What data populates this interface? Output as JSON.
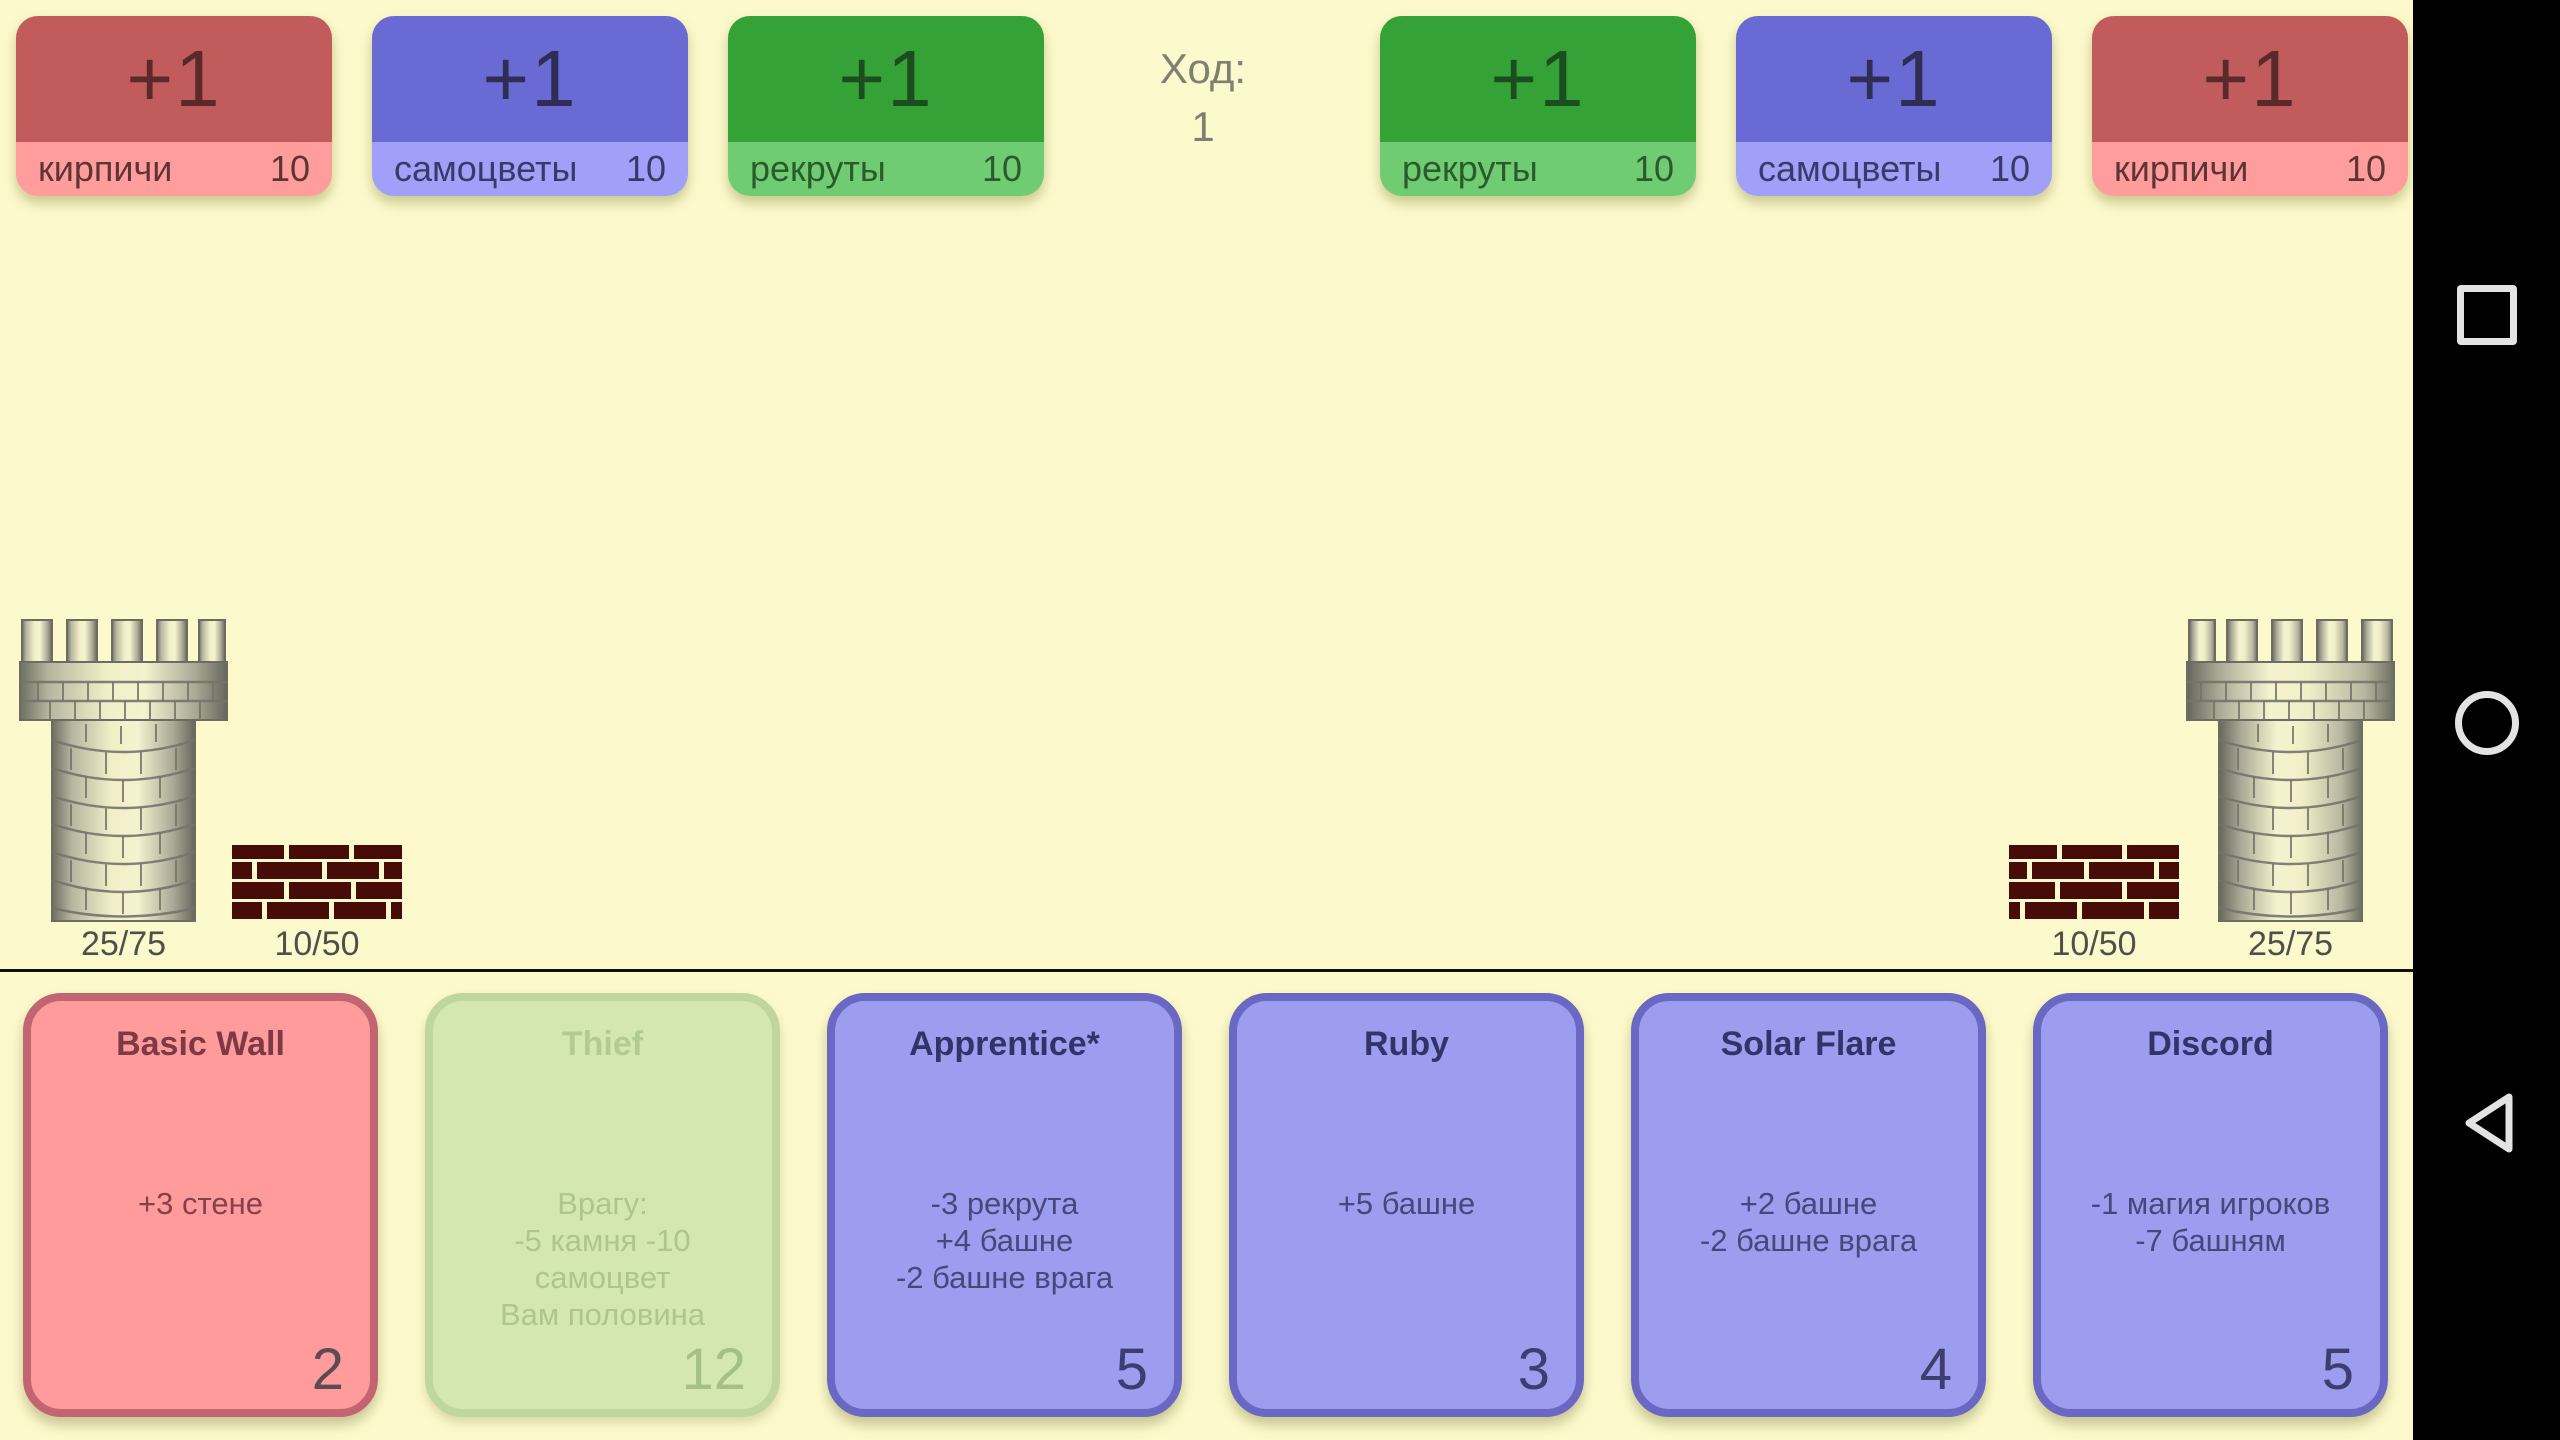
{
  "turn": {
    "label": "Ход:",
    "value": "1"
  },
  "resources": {
    "left": [
      {
        "id": "bricks",
        "income": "+1",
        "name": "кирпичи",
        "count": "10",
        "palette": "red"
      },
      {
        "id": "gems",
        "income": "+1",
        "name": "самоцветы",
        "count": "10",
        "palette": "blue"
      },
      {
        "id": "recruits",
        "income": "+1",
        "name": "рекруты",
        "count": "10",
        "palette": "green"
      }
    ],
    "right": [
      {
        "id": "recruits",
        "income": "+1",
        "name": "рекруты",
        "count": "10",
        "palette": "green"
      },
      {
        "id": "gems",
        "income": "+1",
        "name": "самоцветы",
        "count": "10",
        "palette": "blue"
      },
      {
        "id": "bricks",
        "income": "+1",
        "name": "кирпичи",
        "count": "10",
        "palette": "red"
      }
    ]
  },
  "field": {
    "left": {
      "tower": "25/75",
      "wall": "10/50"
    },
    "right": {
      "tower": "25/75",
      "wall": "10/50"
    }
  },
  "cards": [
    {
      "title": "Basic Wall",
      "lines": [
        "+3 стене"
      ],
      "cost": "2",
      "style": "red",
      "disabled": false
    },
    {
      "title": "Thief",
      "lines": [
        "Врагу:",
        "-5 камня -10",
        "самоцвет",
        "Вам половина"
      ],
      "cost": "12",
      "style": "green_disabled",
      "disabled": true
    },
    {
      "title": "Apprentice*",
      "lines": [
        "-3 рекрута",
        "+4 башне",
        "-2 башне врага"
      ],
      "cost": "5",
      "style": "blue",
      "disabled": false
    },
    {
      "title": "Ruby",
      "lines": [
        "+5 башне"
      ],
      "cost": "3",
      "style": "blue",
      "disabled": false
    },
    {
      "title": "Solar Flare",
      "lines": [
        "+2 башне",
        "-2 башне врага"
      ],
      "cost": "4",
      "style": "blue",
      "disabled": false
    },
    {
      "title": "Discord",
      "lines": [
        "-1 магия игроков",
        "-7 башням"
      ],
      "cost": "5",
      "style": "blue",
      "disabled": false
    }
  ],
  "navbar": {
    "icons": [
      "recents-icon",
      "home-icon",
      "back-icon"
    ]
  },
  "colors": {
    "ui": {
      "bg": "#FCFACC",
      "divider": "#111111",
      "navbar_bg": "#000000",
      "nav_icon": "#E3E3E3",
      "turn_text": "#7F7F72",
      "hp_text": "#50504A"
    },
    "palette": {
      "red": {
        "top": "#C25B5B",
        "bottom": "#FF9C9C",
        "income_text": "#5A2A2A",
        "label_text": "#5E3434"
      },
      "blue": {
        "top": "#6A6AD4",
        "bottom": "#A0A0F8",
        "income_text": "#2E2E54",
        "label_text": "#39396A"
      },
      "green": {
        "top": "#35A238",
        "bottom": "#70CC72",
        "income_text": "#1C4D1E",
        "label_text": "#2A5C2B"
      }
    },
    "card_styles": {
      "red": {
        "bg": "#FF9B9B",
        "border": "#C26570",
        "title": "#7D3945",
        "text": "#82424D",
        "cost": "#5C4B50"
      },
      "blue": {
        "bg": "#9D9DF0",
        "border": "#6A68C2",
        "title": "#33336A",
        "text": "#47477C",
        "cost": "#3D3D70"
      },
      "green_disabled": {
        "bg": "#D3E7AF",
        "border": "#BFD69D",
        "title": "#B2CC90",
        "text": "#ADC68B",
        "cost": "#A5C083"
      }
    },
    "tower_brick": "#470C07"
  }
}
